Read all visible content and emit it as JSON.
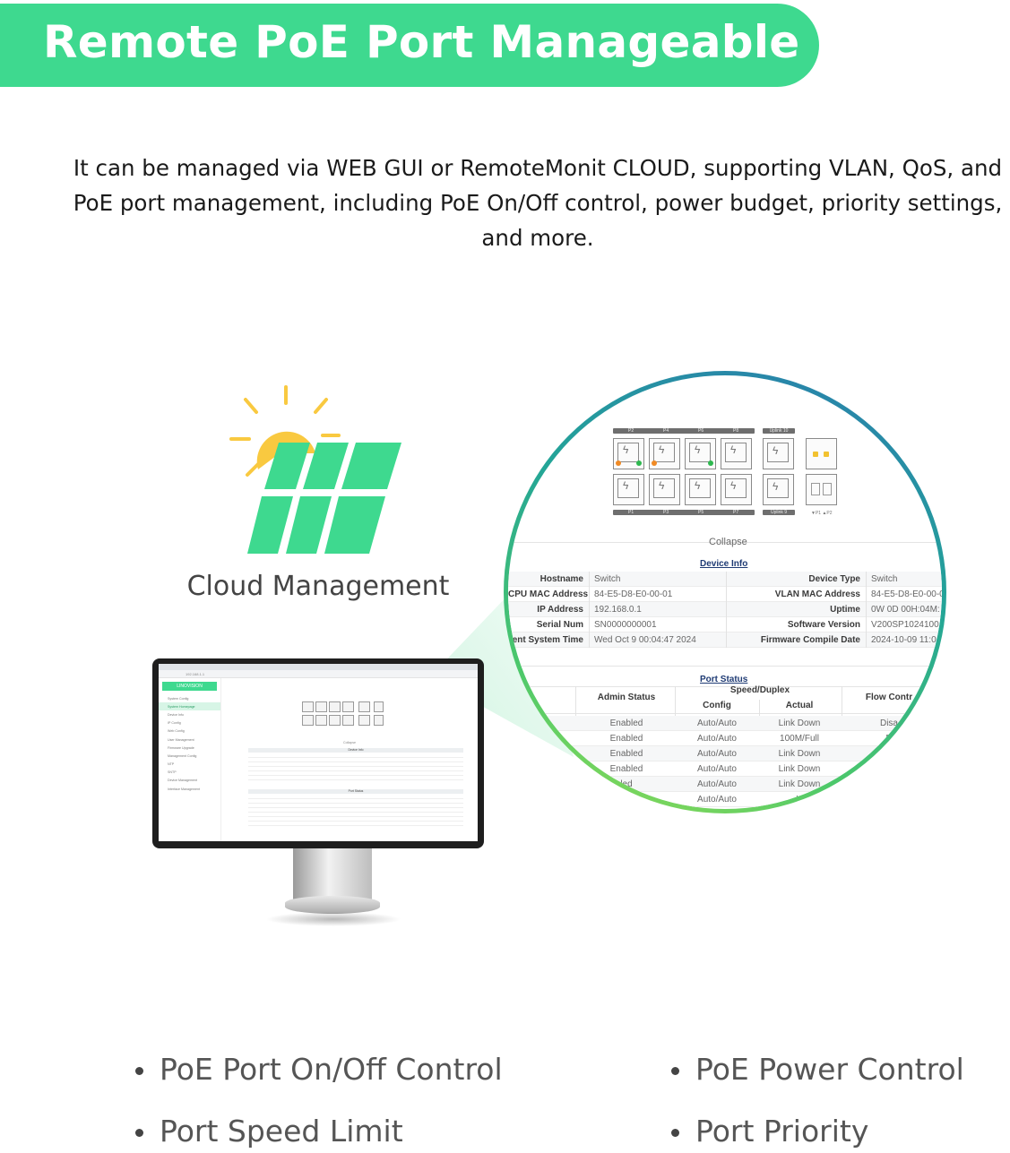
{
  "banner": {
    "title": "Remote PoE Port Manageable"
  },
  "intro": {
    "text": "It can be managed via WEB GUI or RemoteMonit CLOUD, supporting VLAN, QoS, and PoE port management, including PoE On/Off control, power budget, priority settings, and more."
  },
  "cloud": {
    "label": "Cloud Management"
  },
  "monitor": {
    "logo": "LINOVISION",
    "address": "192.168.1.1",
    "nav": [
      "System Config",
      "System Homepage",
      "Device Info",
      "IP Config",
      "Web Config",
      "User Management",
      "Firmware Upgrade",
      "Management Config",
      "NTP",
      "SNTP",
      "Device Management",
      "Interface Management"
    ],
    "collapse": "Collapse",
    "device_info_title": "Device Info",
    "port_status_title": "Port Status"
  },
  "zoom": {
    "port_top_labels": [
      "P2",
      "P4",
      "P6",
      "P8"
    ],
    "port_bottom_labels": [
      "P1",
      "P3",
      "P5",
      "P7"
    ],
    "uplink_top": "Uplink 10",
    "uplink_bottom": "Uplink 9",
    "sfp_legend": "▼P1 ▲P2",
    "collapse": "Collapse",
    "device_info": {
      "title": "Device Info",
      "rows": [
        {
          "l1": "Hostname",
          "v1": "Switch",
          "l2": "Device Type",
          "v2": "Switch"
        },
        {
          "l1": "CPU MAC Address",
          "v1": "84-E5-D8-E0-00-01",
          "l2": "VLAN MAC Address",
          "v2": "84-E5-D8-E0-00-0"
        },
        {
          "l1": "IP Address",
          "v1": "192.168.0.1",
          "l2": "Uptime",
          "v2": "0W 0D 00H:04M:"
        },
        {
          "l1": "Serial Num",
          "v1": "SN0000000001",
          "l2": "Software Version",
          "v2": "V200SP1024100"
        },
        {
          "l1": "ent System Time",
          "v1": "Wed Oct 9 00:04:47 2024",
          "l2": "Firmware Compile Date",
          "v2": "2024-10-09 11:0"
        }
      ]
    },
    "port_status": {
      "title": "Port Status",
      "headers": {
        "admin": "Admin Status",
        "speed": "Speed/Duplex",
        "config": "Config",
        "actual": "Actual",
        "flow": "Flow Contr"
      },
      "rows": [
        {
          "admin": "Enabled",
          "config": "Auto/Auto",
          "actual": "Link Down",
          "flow": "Disa"
        },
        {
          "admin": "Enabled",
          "config": "Auto/Auto",
          "actual": "100M/Full",
          "flow": "D"
        },
        {
          "admin": "Enabled",
          "config": "Auto/Auto",
          "actual": "Link Down",
          "flow": ""
        },
        {
          "admin": "Enabled",
          "config": "Auto/Auto",
          "actual": "Link Down",
          "flow": ""
        },
        {
          "admin": "led",
          "config": "Auto/Auto",
          "actual": "Link Down",
          "flow": ""
        },
        {
          "admin": "",
          "config": "Auto/Auto",
          "actual": "Li",
          "flow": ""
        }
      ]
    }
  },
  "features": {
    "left": [
      "PoE Port On/Off Control",
      "Port Speed Limit"
    ],
    "right": [
      "PoE Power Control",
      "Port Priority"
    ]
  },
  "colors": {
    "accent": "#3ed98f",
    "sun": "#f9c940",
    "ring_start": "#2a7bb0",
    "ring_end": "#9adf53"
  },
  "icons": [
    "sun-icon",
    "solar-panel-icon",
    "monitor-icon",
    "poe-port-icon",
    "uplink-port-icon",
    "sfp-port-icon"
  ]
}
